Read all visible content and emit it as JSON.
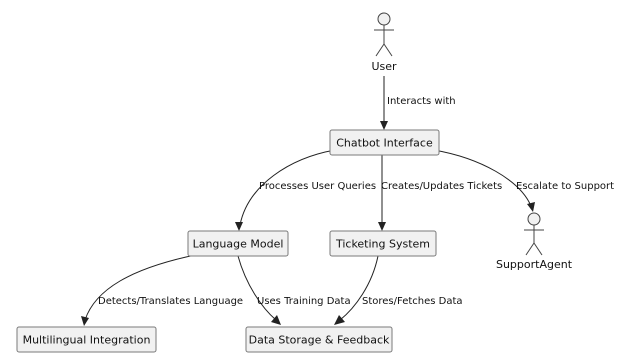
{
  "actors": {
    "user": {
      "label": "User"
    },
    "support_agent": {
      "label": "SupportAgent"
    }
  },
  "nodes": {
    "chatbot_interface": {
      "label": "Chatbot Interface"
    },
    "language_model": {
      "label": "Language Model"
    },
    "ticketing_system": {
      "label": "Ticketing System"
    },
    "multilingual_integration": {
      "label": "Multilingual Integration"
    },
    "data_storage": {
      "label": "Data Storage & Feedback"
    }
  },
  "edges": {
    "interacts_with": {
      "from": "User",
      "to": "Chatbot Interface",
      "label": "Interacts with"
    },
    "processes_queries": {
      "from": "Chatbot Interface",
      "to": "Language Model",
      "label": "Processes User Queries"
    },
    "creates_tickets": {
      "from": "Chatbot Interface",
      "to": "Ticketing System",
      "label": "Creates/Updates Tickets"
    },
    "escalate": {
      "from": "Chatbot Interface",
      "to": "SupportAgent",
      "label": "Escalate to Support"
    },
    "detects_translates": {
      "from": "Language Model",
      "to": "Multilingual Integration",
      "label": "Detects/Translates Language"
    },
    "uses_training": {
      "from": "Language Model",
      "to": "Data Storage & Feedback",
      "label": "Uses Training Data"
    },
    "stores_fetches": {
      "from": "Ticketing System",
      "to": "Data Storage & Feedback",
      "label": "Stores/Fetches Data"
    }
  },
  "colors": {
    "node_fill": "#f1f1f1",
    "node_border": "#7a7a7a",
    "line": "#222222",
    "text": "#111111"
  }
}
